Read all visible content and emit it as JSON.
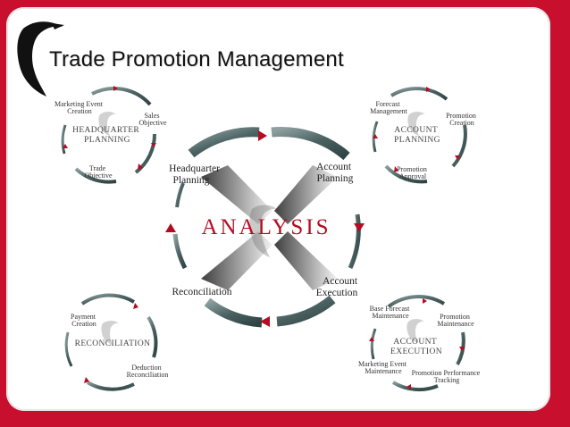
{
  "slide": {
    "title": "Trade Promotion Management",
    "colors": {
      "frame": "#c8102e",
      "accent": "#b20d22",
      "ring": "#5f7575"
    }
  },
  "center": {
    "name": "ANALYSIS",
    "stages": {
      "headquarter_planning": [
        "Headquarter",
        "Planning"
      ],
      "account_planning": [
        "Account",
        "Planning"
      ],
      "account_execution": [
        "Account",
        "Execution"
      ],
      "reconciliation": [
        "Reconciliation"
      ]
    }
  },
  "cycles": {
    "headquarter": {
      "name": [
        "HEADQUARTER",
        "PLANNING"
      ],
      "labels": {
        "marketing_event": [
          "Marketing Event",
          "Creation"
        ],
        "sales_objective": [
          "Sales",
          "Objective"
        ],
        "trade_objective": [
          "Trade",
          "Objective"
        ]
      }
    },
    "account_planning": {
      "name": [
        "ACCOUNT",
        "PLANNING"
      ],
      "labels": {
        "forecast": [
          "Forecast",
          "Management"
        ],
        "promotion_creation": [
          "Promotion",
          "Creation"
        ],
        "promotion_approval": [
          "Promotion",
          "Approval"
        ]
      }
    },
    "reconciliation": {
      "name": [
        "RECONCILIATION"
      ],
      "labels": {
        "payment": [
          "Payment",
          "Creation"
        ],
        "deduction": [
          "Deduction",
          "Reconciliation"
        ]
      }
    },
    "account_execution": {
      "name": [
        "ACCOUNT",
        "EXECUTION"
      ],
      "labels": {
        "base_forecast": [
          "Base Forecast",
          "Maintenance"
        ],
        "promotion_maintenance": [
          "Promotion",
          "Maintenance"
        ],
        "marketing_event": [
          "Marketing Event",
          "Maintenance"
        ],
        "promotion_tracking": [
          "Promotion Performance",
          "Tracking"
        ]
      }
    }
  }
}
